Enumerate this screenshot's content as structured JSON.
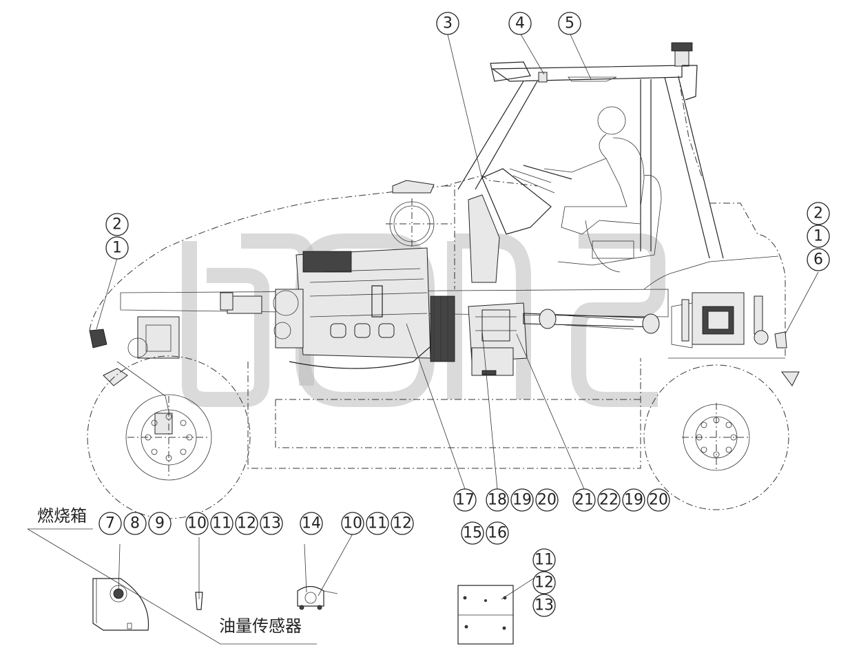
{
  "labels": {
    "combustion_box": "燃烧箱",
    "fuel_sensor": "油量传感器"
  },
  "callouts": [
    {
      "id": "c3",
      "text": "3"
    },
    {
      "id": "c4",
      "text": "4"
    },
    {
      "id": "c5",
      "text": "5"
    },
    {
      "id": "c2l",
      "text": "2"
    },
    {
      "id": "c1l",
      "text": "1"
    },
    {
      "id": "c2r",
      "text": "2"
    },
    {
      "id": "c1r",
      "text": "1"
    },
    {
      "id": "c6",
      "text": "6"
    },
    {
      "id": "c17",
      "text": "17"
    },
    {
      "id": "c18",
      "text": "18"
    },
    {
      "id": "c19a",
      "text": "19"
    },
    {
      "id": "c20a",
      "text": "20"
    },
    {
      "id": "c21",
      "text": "21"
    },
    {
      "id": "c22",
      "text": "22"
    },
    {
      "id": "c19b",
      "text": "19"
    },
    {
      "id": "c20b",
      "text": "20"
    },
    {
      "id": "c7",
      "text": "7"
    },
    {
      "id": "c8",
      "text": "8"
    },
    {
      "id": "c9",
      "text": "9"
    },
    {
      "id": "c10a",
      "text": "10"
    },
    {
      "id": "c11a",
      "text": "11"
    },
    {
      "id": "c12a",
      "text": "12"
    },
    {
      "id": "c13a",
      "text": "13"
    },
    {
      "id": "c14",
      "text": "14"
    },
    {
      "id": "c10b",
      "text": "10"
    },
    {
      "id": "c11b",
      "text": "11"
    },
    {
      "id": "c12b",
      "text": "12"
    },
    {
      "id": "c15",
      "text": "15"
    },
    {
      "id": "c16",
      "text": "16"
    },
    {
      "id": "c11c",
      "text": "11"
    },
    {
      "id": "c12c",
      "text": "12"
    },
    {
      "id": "c13c",
      "text": "13"
    }
  ]
}
